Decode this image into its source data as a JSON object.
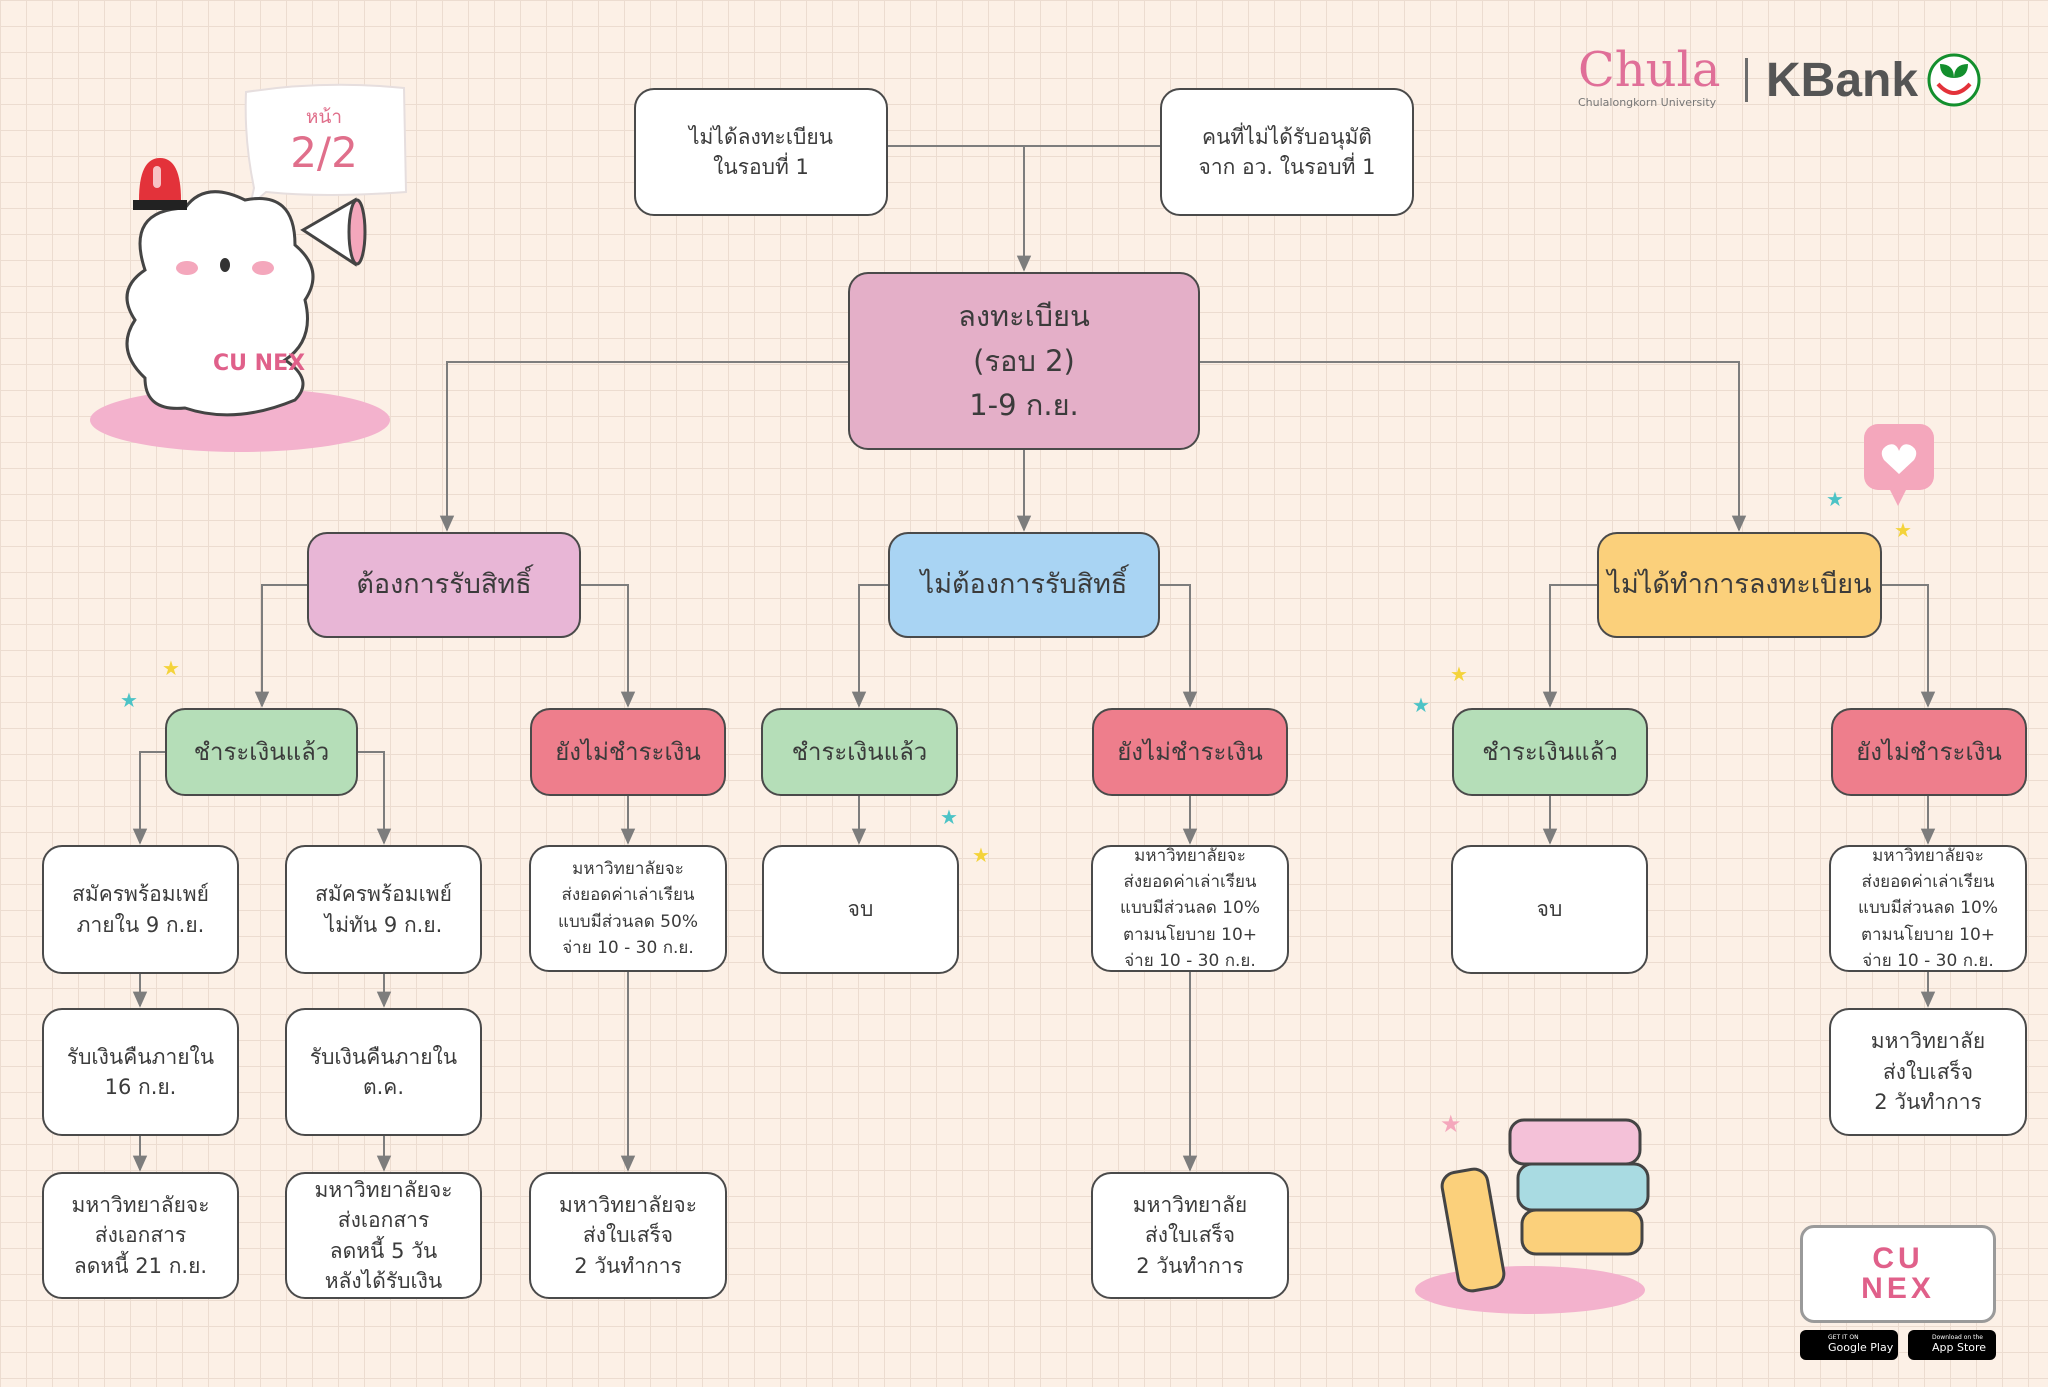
{
  "page_badge": {
    "label": "หน้า",
    "value": "2/2"
  },
  "mascot": {
    "badge_text": "CU NEX"
  },
  "brand": {
    "chula": "Chula",
    "chula_sub": "Chulalongkorn University",
    "kbank": "KBank"
  },
  "flow": {
    "top_left": "ไม่ได้ลงทะเบียน\nในรอบที่ 1",
    "top_right": "คนที่ไม่ได้รับอนุมัติ\nจาก อว. ในรอบที่ 1",
    "main": "ลงทะเบียน\n(รอบ 2)\n1-9 ก.ย.",
    "want_right": "ต้องการรับสิทธิ์",
    "no_want_right": "ไม่ต้องการรับสิทธิ์",
    "not_registered": "ไม่ได้ทำการลงทะเบียน",
    "paid": "ชำระเงินแล้ว",
    "unpaid": "ยังไม่ชำระเงิน",
    "a_l1": "สมัครพร้อมเพย์\nภายใน 9 ก.ย.",
    "a_l2": "รับเงินคืนภายใน\n16 ก.ย.",
    "a_l3": "มหาวิทยาลัยจะ\nส่งเอกสาร\nลดหนี้ 21 ก.ย.",
    "a_r1": "สมัครพร้อมเพย์\nไม่ทัน 9 ก.ย.",
    "a_r2": "รับเงินคืนภายใน\nต.ค.",
    "a_r3": "มหาวิทยาลัยจะ\nส่งเอกสาร\nลดหนี้ 5 วัน\nหลังได้รับเงิน",
    "b1": "มหาวิทยาลัยจะ\nส่งยอดค่าเล่าเรียน\nแบบมีส่วนลด 50%\nจ่าย 10 - 30 ก.ย.",
    "b2": "มหาวิทยาลัยจะ\nส่งใบเสร็จ\n2 วันทำการ",
    "end": "จบ",
    "d1": "มหาวิทยาลัยจะ\nส่งยอดค่าเล่าเรียน\nแบบมีส่วนลด 10%\nตามนโยบาย 10+\nจ่าย 10 - 30 ก.ย.",
    "d2": "มหาวิทยาลัย\nส่งใบเสร็จ\n2 วันทำการ"
  },
  "app": {
    "name": "CU NEX",
    "google": "Google Play",
    "google_small": "GET IT ON",
    "apple": "App Store",
    "apple_small": "Download on the"
  },
  "icons": [
    "siren-icon",
    "megaphone-icon",
    "heart-bubble-icon",
    "star-icon",
    "books-icon",
    "kbank-leaf-icon"
  ],
  "colors": {
    "pink": "#e8b6d6",
    "blue": "#a9d4f3",
    "yellow": "#fbd07b",
    "green": "#b5deb8",
    "red": "#ee7e8c",
    "main": "#e4afc8"
  }
}
